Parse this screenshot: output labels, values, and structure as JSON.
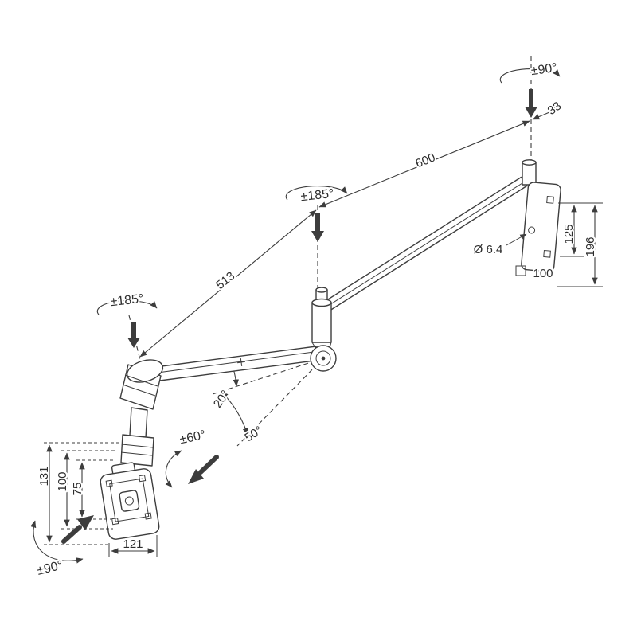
{
  "diagram": {
    "title": "Wall-mounted monitor arm dimension drawing",
    "colors": {
      "line": "#3d3d3d",
      "background": "#ffffff"
    },
    "labels": {
      "wall_swivel": "±90°",
      "offset_33": "33",
      "upper_arm_600": "600",
      "mid_swivel": "±185°",
      "elbow_swivel": "±185°",
      "lower_arm_513": "513",
      "hole_spacing_125": "125",
      "bracket_height_196": "196",
      "bracket_width_100": "100",
      "hole_diameter": "Ø 6.4",
      "angle_20": "20°",
      "angle_50": "50°",
      "tilt_60": "±60°",
      "vesa_height_131": "131",
      "vesa_100": "100",
      "vesa_75": "75",
      "vesa_width_121": "121",
      "head_rotation_90": "±90°"
    }
  }
}
